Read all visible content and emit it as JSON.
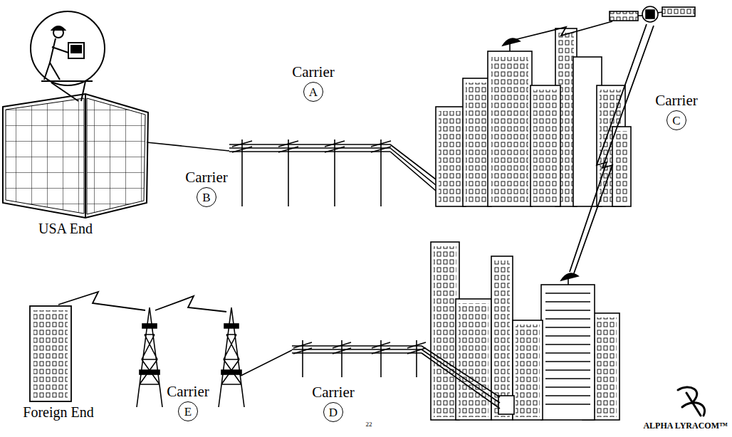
{
  "diagram": {
    "nodes": [
      {
        "text": [
          "Carrier",
          "A"
        ]
      },
      {
        "text": [
          "Carrier",
          "C"
        ]
      },
      {
        "text": [
          "Carrier",
          "B"
        ]
      },
      {
        "text": [
          "Carrier",
          "E"
        ]
      },
      {
        "text": [
          "Carrier",
          "D"
        ]
      }
    ],
    "labels": [
      "USA End",
      "Foreign End",
      "ALPHA LYRACOM™",
      "22"
    ]
  }
}
